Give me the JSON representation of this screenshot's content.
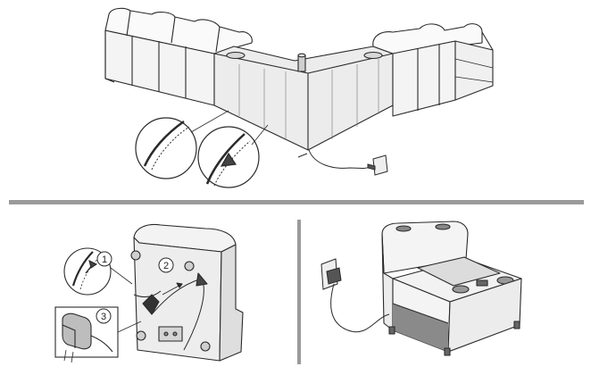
{
  "step_labels": {
    "step1": "1",
    "step2": "2",
    "step3": "3"
  },
  "colors": {
    "line": "#2a2a2a",
    "fill_light": "#f7f7f7",
    "fill_shade": "#e2e2e2",
    "fill_dark": "#8a8a8a",
    "divider": "#9a9a9a"
  }
}
